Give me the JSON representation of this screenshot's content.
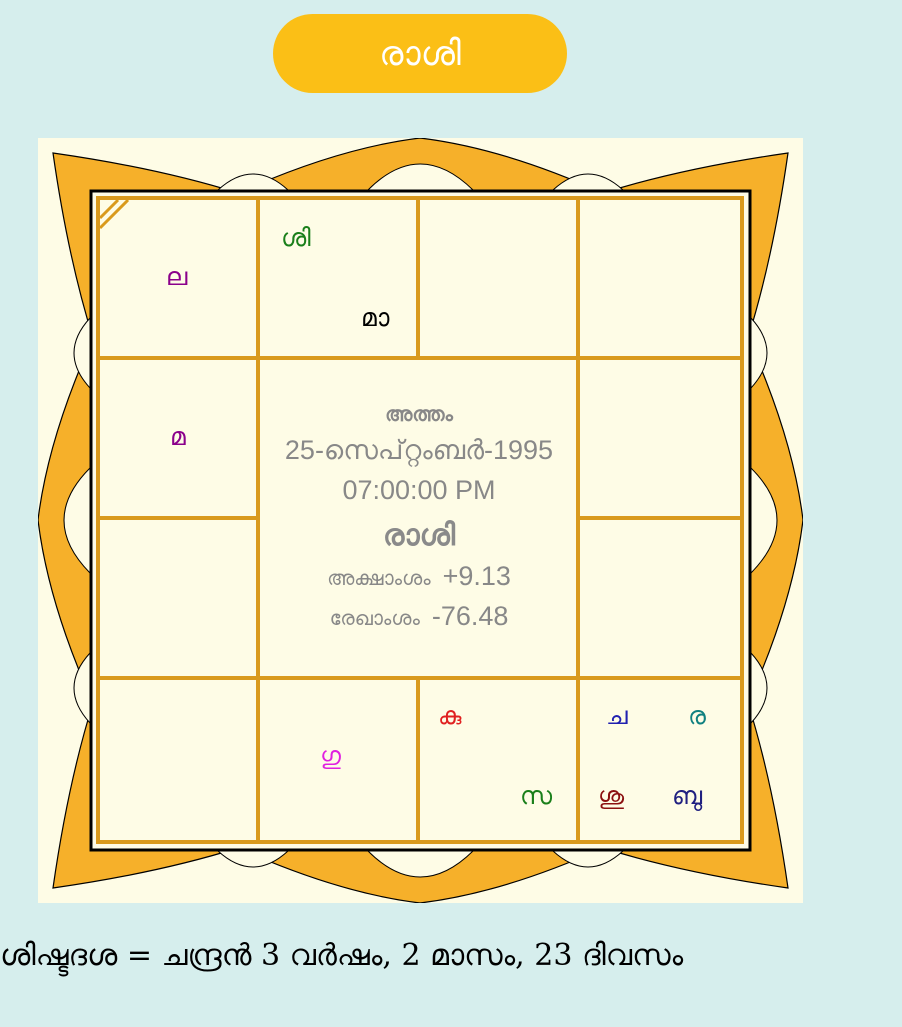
{
  "header": {
    "title": "രാശി"
  },
  "chart": {
    "houses": {
      "pisces": [
        "ല"
      ],
      "aries": [
        "ശി",
        "മാ"
      ],
      "taurus": [],
      "gemini": [],
      "aquarius": [
        "മ"
      ],
      "cancer": [],
      "capricorn": [],
      "leo": [],
      "sagittarius": [],
      "scorpio": [
        "ഗു"
      ],
      "libra": [
        "കു",
        "സ"
      ],
      "virgo": [
        "ച",
        "ര",
        "ശു",
        "ബു"
      ]
    },
    "center": {
      "nakshatra": "അത്തം",
      "date": "25-സെപ്റ്റംബർ-1995",
      "time": "07:00:00 PM",
      "chart_name": "രാശി",
      "latitude_label": "അക്ഷാംശം",
      "latitude_value": "+9.13",
      "longitude_label": "രേഖാംശം",
      "longitude_value": "-76.48"
    },
    "colors": {
      "frame": "#f6b02a",
      "cell_bg": "#fefce6",
      "lagna": "#8b008b",
      "shani": "#1a7f1a",
      "mars_black": "#000000",
      "moon": "#8b008b",
      "jupiter": "#e020e0",
      "kuja": "#e02020",
      "saturn2": "#1a7f1a",
      "chandra": "#2020b0",
      "ravi": "#108080",
      "shukra": "#8b1010",
      "budha": "#202080"
    }
  },
  "footer": {
    "dasa_text": "ശിഷ്ടദശ = ചന്ദ്രൻ 3 വർഷം, 2 മാസം, 23 ദിവസം"
  }
}
